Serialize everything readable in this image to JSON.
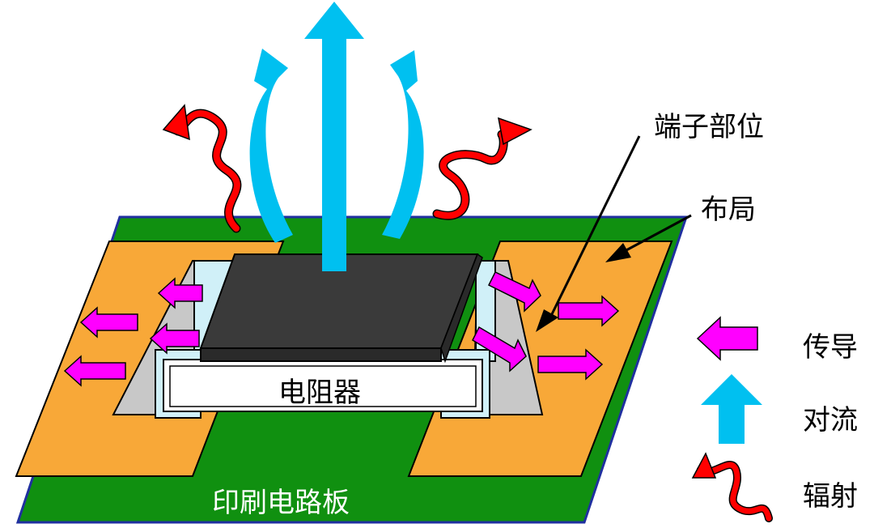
{
  "labels": {
    "terminal": "端子部位",
    "layout": "布局",
    "resistor": "电阻器",
    "pcb": "印刷电路板"
  },
  "legend": [
    {
      "label": "传导",
      "icon": "conduction-arrow-icon",
      "color": "#ff00ff"
    },
    {
      "label": "对流",
      "icon": "convection-arrow-icon",
      "color": "#00c0f0"
    },
    {
      "label": "辐射",
      "icon": "radiation-wave-icon",
      "color": "#ff0000"
    }
  ],
  "colors": {
    "pcb": "#109010",
    "pad": "#f8a838",
    "resistor_body": "#3a3a3a",
    "terminal": "#d0f0f8",
    "solder": "#c8c8c8",
    "conduction": "#ff00ff",
    "convection": "#00c0f0",
    "radiation": "#ff0000"
  }
}
